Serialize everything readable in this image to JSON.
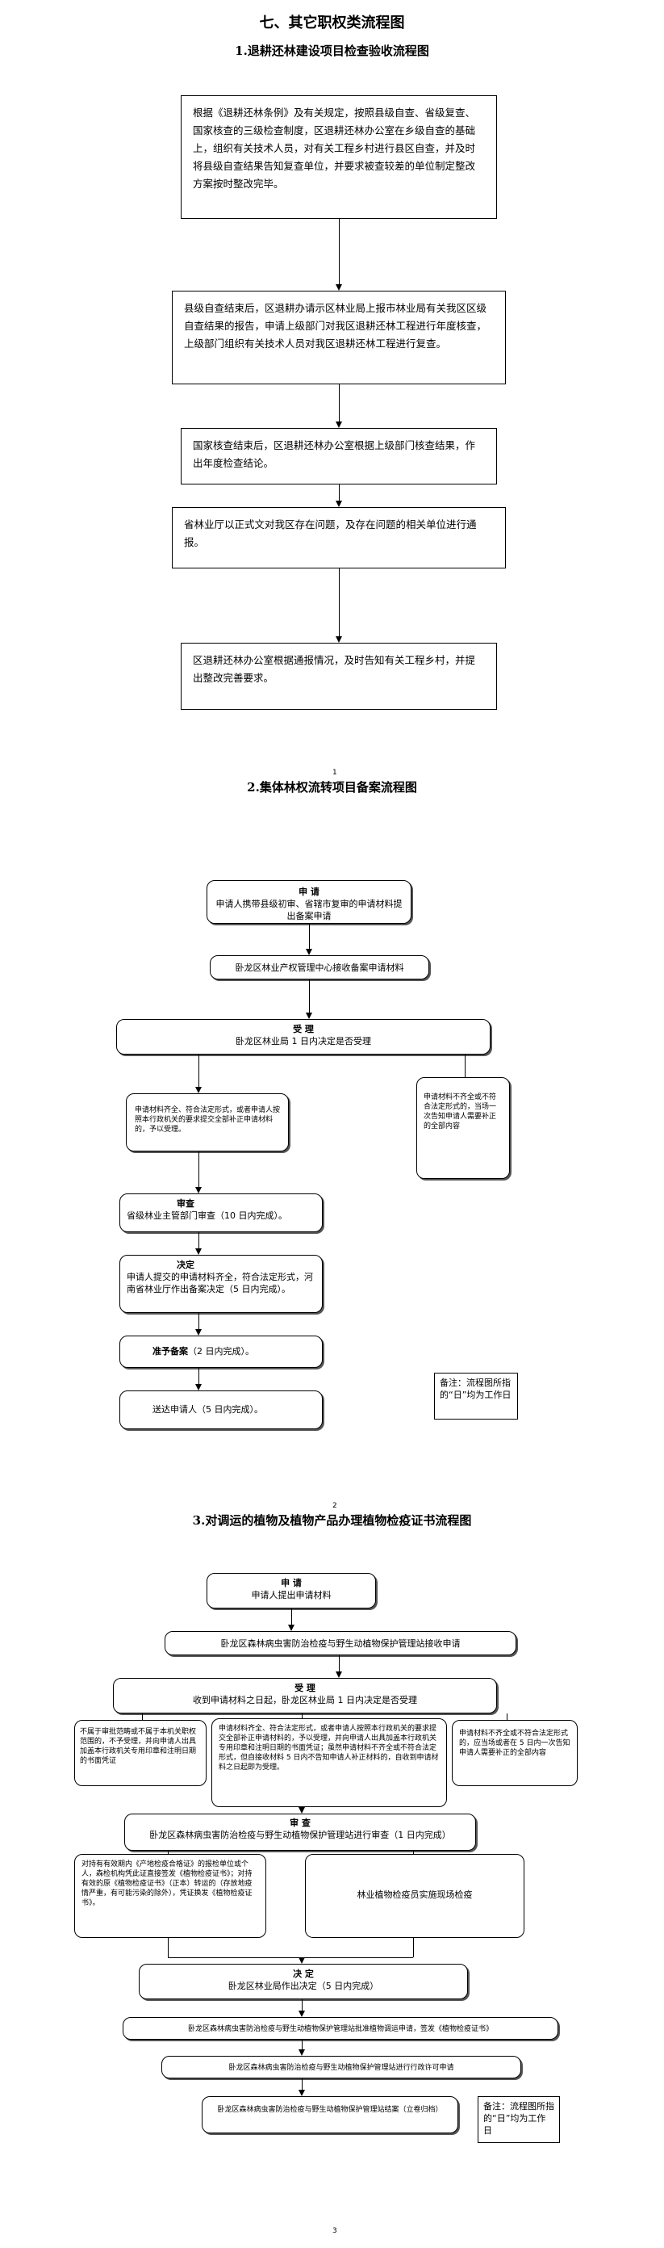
{
  "chapter_title": "七、其它职权类流程图",
  "sec1": {
    "title": "1.退耕还林建设项目检查验收流程图",
    "steps": [
      "根据《退耕还林条例》及有关规定，按照县级自查、省级复查、国家核查的三级检查制度，区退耕还林办公室在乡级自查的基础上，组织有关技术人员，对有关工程乡村进行县区自查，并及时将县级自查结果告知复查单位，并要求被查较差的单位制定整改方案按时整改完毕。",
      "县级自查结束后，区退耕办请示区林业局上报市林业局有关我区区级自查结果的报告，申请上级部门对我区退耕还林工程进行年度核查，上级部门组织有关技术人员对我区退耕还林工程进行复查。",
      "国家核查结束后，区退耕还林办公室根据上级部门核查结果，作出年度检查结论。",
      "省林业厅以正式文对我区存在问题，及存在问题的相关单位进行通报。",
      "区退耕还林办公室根据通报情况，及时告知有关工程乡村，并提出整改完善要求。"
    ]
  },
  "page_num_1": "1",
  "sec2": {
    "title": "2.集体林权流转项目备案流程图",
    "apply_head": "申 请",
    "apply_body": "申请人携带县级初审、省辖市复审的申请材料提出备案申请",
    "receive": "卧龙区林业产权管理中心接收备案申请材料",
    "accept_head": "受 理",
    "accept_body": "卧龙区林业局 1 日内决定是否受理",
    "left_cond": "申请材料齐全、符合法定形式，或者申请人按照本行政机关的要求提交全部补正申请材料的，予以受理。",
    "right_cond": "申请材料不齐全或不符合法定形式的，当场一次告知申请人需要补正的全部内容",
    "review_head": "审查",
    "review_body": "省级林业主管部门审查（10 日内完成）。",
    "decide_head": "决定",
    "decide_body": "申请人提交的申请材料齐全，符合法定形式，河南省林业厅作出备案决定（5 日内完成）。",
    "approve_head": "准予备案",
    "approve_body": "（2 日内完成）。",
    "deliver": "送达申请人（5 日内完成）。",
    "note": "备注：流程图所指的“日”均为工作日"
  },
  "page_num_2": "2",
  "sec3": {
    "title": "3.对调运的植物及植物产品办理植物检疫证书流程图",
    "apply_head": "申 请",
    "apply_body": "申请人提出申请材料",
    "receive": "卧龙区森林病虫害防治检疫与野生动植物保护管理站接收申请",
    "accept_head": "受 理",
    "accept_body": "收到申请材料之日起，卧龙区林业局 1 日内决定是否受理",
    "cond_left": "不属于审批范畴或不属于本机关职权范围的，不予受理，并向申请人出具加盖本行政机关专用印章和注明日期的书面凭证",
    "cond_mid": "申请材料齐全、符合法定形式，或者申请人按照本行政机关的要求提交全部补正申请材料的，予以受理，并向申请人出具加盖本行政机关专用印章和注明日期的书面凭证；虽然申请材料不齐全或不符合法定形式，但自接收材料 5 日内不告知申请人补正材料的，自收到申请材料之日起即为受理。",
    "cond_right": "申请材料不齐全或不符合法定形式的，应当场或者在 5 日内一次告知申请人需要补正的全部内容",
    "review_head": "审 查",
    "review_body": "卧龙区森林病虫害防治检疫与野生动植物保护管理站进行审查（1 日内完成）",
    "review_left": "对持有有效期内《产地检疫合格证》的报检单位或个人，森检机构凭此证直接签发《植物检疫证书》；对持有效的原《植物检疫证书》（正本）转运的（存放地疫情严重，有可能污染的除外），凭证换发《植物检疫证书》。",
    "review_right": "林业植物检疫员实施现场检疫",
    "decide_head": "决 定",
    "decide_body": "卧龙区林业局作出决定（5 日内完成）",
    "issue": "卧龙区森林病虫害防治检疫与野生动植物保护管理站批准植物调运申请，签发《植物检疫证书》",
    "supervise": "卧龙区森林病虫害防治检疫与野生动植物保护管理站进行行政许可申请",
    "close": "卧龙区森林病虫害防治检疫与野生动植物保护管理站结案（立卷归档）",
    "note": "备注：流程图所指的“日”均为工作日"
  },
  "page_num_3": "3"
}
